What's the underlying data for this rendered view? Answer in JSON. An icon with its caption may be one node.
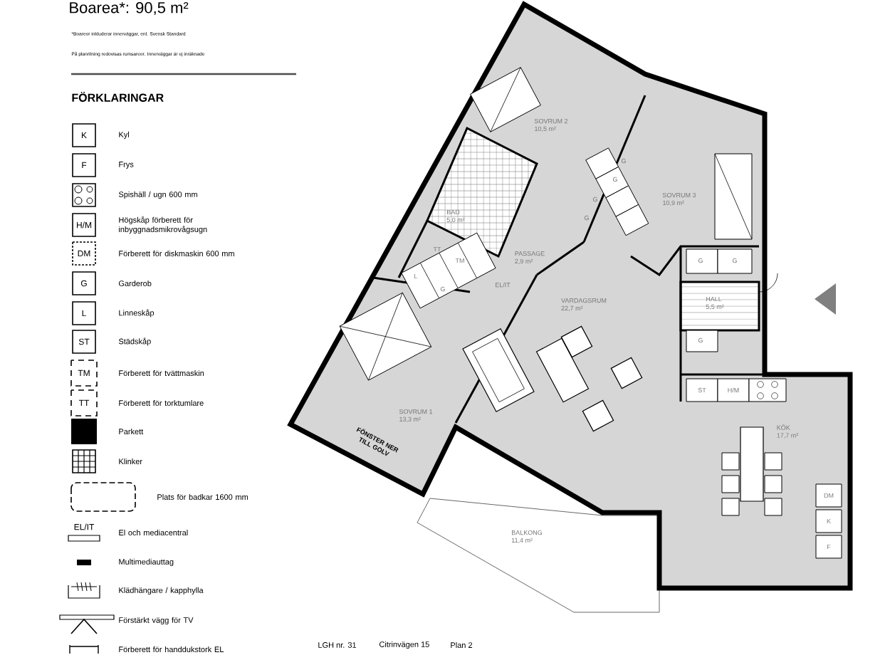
{
  "diagram": {
    "title": "Boarea*: 90,5 m²",
    "nodes": [
      {
        "text": [
          "SOVRUM 2",
          "10,5 m²"
        ]
      },
      {
        "text": [
          "BAD",
          "5,0 m²"
        ]
      },
      {
        "text": [
          "PASSAGE",
          "2,9 m²"
        ]
      },
      {
        "text": [
          "SOVRUM 3",
          "10,9 m²"
        ]
      },
      {
        "text": [
          "VARDAGSRUM",
          "22,7 m²"
        ]
      },
      {
        "text": [
          "HALL",
          "5,5 m²"
        ]
      },
      {
        "text": [
          "SOVRUM 1",
          "13,3 m²"
        ]
      },
      {
        "text": [
          "KÖK",
          "17,7 m²"
        ]
      },
      {
        "text": [
          "BALKONG",
          "11,4 m²"
        ]
      }
    ],
    "labels": [
      "*Boareor inkluderar innerväggar, enl. Svensk Standard",
      "På planritning redovisas rumsareor. Innerväggar är ej inräknade",
      "FÖRKLARINGAR",
      "K",
      "F",
      "H/M",
      "DM",
      "G",
      "L",
      "ST",
      "TM",
      "TT",
      "EL/IT",
      "G",
      "G",
      "G",
      "G",
      "TT",
      "TM",
      "L",
      "G",
      "EL/IT",
      "G",
      "G",
      "G",
      "ST",
      "H/M",
      "DM",
      "K",
      "F",
      "FÖNSTER NER TILL GOLV",
      "LGH nr. 31",
      "Citrinvägen 15",
      "Plan 2"
    ],
    "legend": [
      {
        "text": "Kyl"
      },
      {
        "text": "Frys"
      },
      {
        "text": "Spishäll / ugn 600 mm"
      },
      {
        "text": "Högskåp förberett för inbyggnadsmikrovågsugn"
      },
      {
        "text": "Förberett för diskmaskin 600 mm"
      },
      {
        "text": "Garderob"
      },
      {
        "text": "Linneskåp"
      },
      {
        "text": "Städskåp"
      },
      {
        "text": "Förberett för tvättmaskin"
      },
      {
        "text": "Förberett för torktumlare"
      },
      {
        "text": "Parkett",
        "color": "#000000"
      },
      {
        "text": "Klinker"
      },
      {
        "text": "Plats för badkar 1600 mm"
      },
      {
        "text": "El och mediacentral"
      },
      {
        "text": "Multimediauttag"
      },
      {
        "text": "Klädhängare / kapphylla"
      },
      {
        "text": "Förstärkt vägg för TV"
      },
      {
        "text": "Förberett för handdukstork EL"
      }
    ]
  }
}
